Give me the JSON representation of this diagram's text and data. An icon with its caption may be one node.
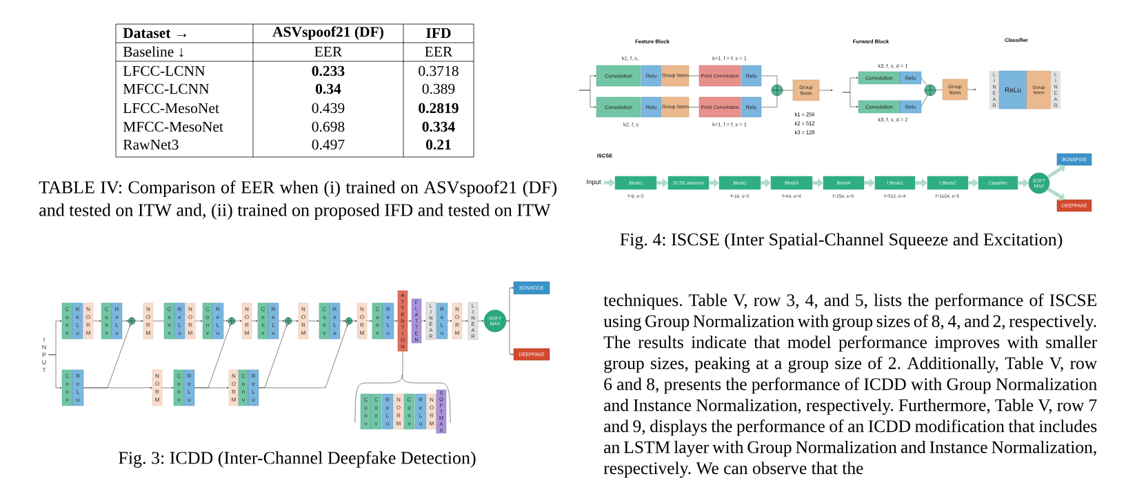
{
  "diagram": {
    "nodes": [
      {
        "text": [
          "Convolution"
        ],
        "beside": [
          "k1, f, s,"
        ]
      },
      {
        "text": [
          "Relu"
        ]
      },
      {
        "text": [
          "Group Norm"
        ]
      },
      {
        "text": [
          "Point Convolution"
        ],
        "beside": [
          "k=1, f = f, s = 1"
        ]
      },
      {
        "text": [
          "Relu"
        ]
      },
      {
        "text": [
          "Convolution"
        ],
        "beside": [
          "k2, f, s"
        ]
      },
      {
        "text": [
          "Relu"
        ]
      },
      {
        "text": [
          "Group Norm"
        ]
      },
      {
        "text": [
          "Point Convolution"
        ],
        "beside": [
          "k=1, f = f, s = 1"
        ]
      },
      {
        "text": [
          "Relu"
        ]
      },
      {
        "text": [],
        "shape": "circle"
      },
      {
        "text": [
          "Group Norm"
        ]
      },
      {
        "text": [
          "Convolution"
        ],
        "beside": [
          "k3, f, s, d = 1"
        ]
      },
      {
        "text": [
          "Relu"
        ]
      },
      {
        "text": [
          "Convolution"
        ],
        "beside": [
          "k3, f, s, d = 2"
        ]
      },
      {
        "text": [
          "Relu"
        ]
      },
      {
        "text": [],
        "shape": "circle"
      },
      {
        "text": [
          "Group Norm"
        ]
      },
      {
        "text": [
          "LINEAR"
        ]
      },
      {
        "text": [
          "ReLu"
        ]
      },
      {
        "text": [
          "Group Norm"
        ]
      },
      {
        "text": [
          "LINEAR"
        ]
      },
      {
        "text": [
          "Input"
        ]
      },
      {
        "text": [
          "Block1"
        ],
        "beside": [
          "f=8, s=2"
        ]
      },
      {
        "text": [
          "SCSE attention"
        ]
      },
      {
        "text": [
          "Block2"
        ],
        "beside": [
          "f=16, s=2"
        ]
      },
      {
        "text": [
          "Block3"
        ],
        "beside": [
          "f=64, s=4"
        ]
      },
      {
        "text": [
          "Block4"
        ],
        "beside": [
          "f=256, s=5"
        ]
      },
      {
        "text": [
          "f Block1"
        ],
        "beside": [
          "f=512, s=4"
        ]
      },
      {
        "text": [
          "f Block2"
        ],
        "beside": [
          "f=1024, s=5"
        ]
      },
      {
        "text": [
          "Classifier"
        ]
      },
      {
        "text": [
          "SOFT MAX"
        ]
      },
      {
        "text": [
          "BONAFIDE"
        ]
      },
      {
        "text": [
          "DEEPFAKE"
        ]
      },
      {
        "text": [
          "INPUT"
        ]
      },
      {
        "text": [
          "Conv"
        ]
      },
      {
        "text": [
          "ReLu"
        ]
      },
      {
        "text": [
          "NORM"
        ]
      },
      {
        "text": [
          "Conv"
        ]
      },
      {
        "text": [
          "ReLu"
        ]
      },
      {
        "text": [],
        "shape": "circle"
      },
      {
        "text": [
          "NORM"
        ]
      },
      {
        "text": [
          "Conv"
        ]
      },
      {
        "text": [
          "ReLu"
        ]
      },
      {
        "text": [
          "NORM"
        ]
      },
      {
        "text": [
          "Conv"
        ]
      },
      {
        "text": [
          "ReLu"
        ]
      },
      {
        "text": [],
        "shape": "circle"
      },
      {
        "text": [
          "NORM"
        ]
      },
      {
        "text": [
          "Conv"
        ]
      },
      {
        "text": [
          "ReLu"
        ]
      },
      {
        "text": [],
        "shape": "circle"
      },
      {
        "text": [
          "NORM"
        ]
      },
      {
        "text": [
          "Conv"
        ]
      },
      {
        "text": [
          "ReLu"
        ]
      },
      {
        "text": [],
        "shape": "circle"
      },
      {
        "text": [
          "NORM"
        ]
      },
      {
        "text": [
          "Conv"
        ]
      },
      {
        "text": [
          "ReLu"
        ]
      },
      {
        "text": [
          "ATTENTION"
        ]
      },
      {
        "text": [
          "FLATTEN"
        ]
      },
      {
        "text": [
          "LINEAR"
        ]
      },
      {
        "text": [
          "ReLu"
        ]
      },
      {
        "text": [
          "NORM"
        ]
      },
      {
        "text": [
          "LINEAR"
        ]
      },
      {
        "text": [
          "SOFT MAX"
        ]
      },
      {
        "text": [
          "BONAFIDE"
        ]
      },
      {
        "text": [
          "DEEPFAKE"
        ]
      },
      {
        "text": [
          "Conv"
        ]
      },
      {
        "text": [
          "ReLu"
        ]
      },
      {
        "text": [
          "NORM"
        ]
      },
      {
        "text": [
          "Conv"
        ]
      },
      {
        "text": [
          "ReLu"
        ]
      },
      {
        "text": [
          "NORM"
        ]
      },
      {
        "text": [
          "Conv"
        ]
      },
      {
        "text": [
          "ReLu"
        ]
      },
      {
        "text": [
          "Conv"
        ]
      },
      {
        "text": [
          "Conv"
        ]
      },
      {
        "text": [
          "ReLu"
        ]
      },
      {
        "text": [
          "NORM"
        ]
      },
      {
        "text": [
          "Conv"
        ]
      },
      {
        "text": [
          "ReLu"
        ]
      },
      {
        "text": [
          "NORM"
        ]
      },
      {
        "text": [
          "SOFTMAX"
        ]
      }
    ],
    "edges": [
      {
        "from": null,
        "to": 0,
        "arrow": "to"
      },
      {
        "from": null,
        "to": 5,
        "arrow": "to"
      },
      {
        "from": 2,
        "to": 3,
        "arrow": "none"
      },
      {
        "from": 7,
        "to": 8,
        "arrow": "none"
      },
      {
        "from": 4,
        "to": 10,
        "arrow": "none"
      },
      {
        "from": 9,
        "to": 10,
        "arrow": "none"
      },
      {
        "from": 10,
        "to": 11,
        "arrow": "none"
      },
      {
        "from": 11,
        "to": null,
        "arrow": "to"
      },
      {
        "from": null,
        "to": 12,
        "arrow": "to"
      },
      {
        "from": null,
        "to": 14,
        "arrow": "to"
      },
      {
        "from": 13,
        "to": 16,
        "arrow": "none"
      },
      {
        "from": 15,
        "to": 16,
        "arrow": "none"
      },
      {
        "from": 16,
        "to": 17,
        "arrow": "none"
      },
      {
        "from": 17,
        "to": null,
        "arrow": "to"
      },
      {
        "from": 22,
        "to": 23,
        "arrow": "to",
        "style": "thick",
        "color": "#b2dcc8"
      },
      {
        "from": 23,
        "to": 24,
        "arrow": "to",
        "style": "thick",
        "color": "#b2dcc8"
      },
      {
        "from": 24,
        "to": 25,
        "arrow": "to",
        "style": "thick",
        "color": "#b2dcc8"
      },
      {
        "from": 25,
        "to": 26,
        "arrow": "to",
        "style": "thick",
        "color": "#b2dcc8"
      },
      {
        "from": 26,
        "to": 27,
        "arrow": "to",
        "style": "thick",
        "color": "#b2dcc8"
      },
      {
        "from": 27,
        "to": 28,
        "arrow": "to",
        "style": "thick",
        "color": "#b2dcc8"
      },
      {
        "from": 28,
        "to": 29,
        "arrow": "to",
        "style": "thick",
        "color": "#b2dcc8"
      },
      {
        "from": 29,
        "to": 30,
        "arrow": "to",
        "style": "thick",
        "color": "#b2dcc8"
      },
      {
        "from": 30,
        "to": 31,
        "arrow": "to",
        "style": "thick",
        "color": "#b2dcc8"
      },
      {
        "from": 31,
        "to": 32,
        "arrow": "to",
        "style": "thick",
        "color": "#b2dcc8"
      },
      {
        "from": 31,
        "to": 33,
        "arrow": "to",
        "style": "thick",
        "color": "#b2dcc8"
      },
      {
        "from": 34,
        "to": 35,
        "arrow": "to"
      },
      {
        "from": 34,
        "to": 68,
        "arrow": "to"
      },
      {
        "from": 37,
        "to": 38,
        "arrow": "to"
      },
      {
        "from": 39,
        "to": 40,
        "arrow": "to"
      },
      {
        "from": 40,
        "to": 41,
        "arrow": "to"
      },
      {
        "from": 41,
        "to": 42,
        "arrow": "none"
      },
      {
        "from": 44,
        "to": 45,
        "arrow": "to"
      },
      {
        "from": 46,
        "to": 47,
        "arrow": "to"
      },
      {
        "from": 47,
        "to": 48,
        "arrow": "to"
      },
      {
        "from": 48,
        "to": 49,
        "arrow": "to"
      },
      {
        "from": 50,
        "to": 51,
        "arrow": "to"
      },
      {
        "from": 51,
        "to": 52,
        "arrow": "to"
      },
      {
        "from": 52,
        "to": 53,
        "arrow": "to"
      },
      {
        "from": 54,
        "to": 55,
        "arrow": "to"
      },
      {
        "from": 55,
        "to": 56,
        "arrow": "to"
      },
      {
        "from": 56,
        "to": 57,
        "arrow": "to"
      },
      {
        "from": 58,
        "to": 59,
        "arrow": "to"
      },
      {
        "from": 59,
        "to": 60,
        "arrow": "to"
      },
      {
        "from": 60,
        "to": 61,
        "arrow": "to"
      },
      {
        "from": 62,
        "to": 63,
        "arrow": "to"
      },
      {
        "from": 63,
        "to": 64,
        "arrow": "to"
      },
      {
        "from": 64,
        "to": 65,
        "arrow": "to"
      },
      {
        "from": 65,
        "to": 66,
        "arrow": "to"
      },
      {
        "from": 65,
        "to": 67,
        "arrow": "to"
      },
      {
        "from": 69,
        "to": 70,
        "arrow": "to"
      },
      {
        "from": 69,
        "to": 40,
        "arrow": "to"
      },
      {
        "from": 70,
        "to": 71,
        "arrow": "to"
      },
      {
        "from": 72,
        "to": 73,
        "arrow": "to"
      },
      {
        "from": 72,
        "to": 47,
        "arrow": "to"
      },
      {
        "from": 75,
        "to": 51,
        "arrow": "to"
      },
      {
        "from": 75,
        "to": 55,
        "arrow": "to"
      }
    ],
    "labels": [
      "Dataset →",
      "ASVspoof21 (DF)",
      "IFD",
      "Baseline ↓",
      "EER",
      "EER",
      "LFCC-LCNN",
      "0.233",
      "0.3718",
      "MFCC-LCNN",
      "0.34",
      "0.389",
      "LFCC-MesoNet",
      "0.439",
      "0.2819",
      "MFCC-MesoNet",
      "0.698",
      "0.334",
      "RawNet3",
      "0.497",
      "0.21",
      "TABLE IV: Comparison of EER when (i) trained on ASVspoof21 (DF) and tested on ITW and, (ii) trained on proposed IFD and tested on ITW",
      "Feature Block",
      "Forward Block",
      "Classifier",
      "k1 = 256",
      "k2 = 512",
      "k3 = 128",
      "ISCSE",
      "Fig. 4: ISCSE (Inter Spatial-Channel Squeeze and Excitation)",
      "Fig. 3: ICDD (Inter-Channel Deepfake Detection)",
      "techniques. Table V, row 3, 4, and 5, lists the performance of ISCSE using Group Normalization with group sizes of 8, 4, and 2, respectively. The results indicate that model performance improves with smaller group sizes, peaking at a group size of 2. Additionally, Table V, row 6 and 8, presents the performance of ICDD with Group Normalization and Instance Normalization, respectively. Furthermore, Table V, row 7 and 9, displays the performance of an ICDD modification that includes an LSTM layer with Group Normalization and Instance Normalization, respectively. We can observe that the"
    ]
  }
}
